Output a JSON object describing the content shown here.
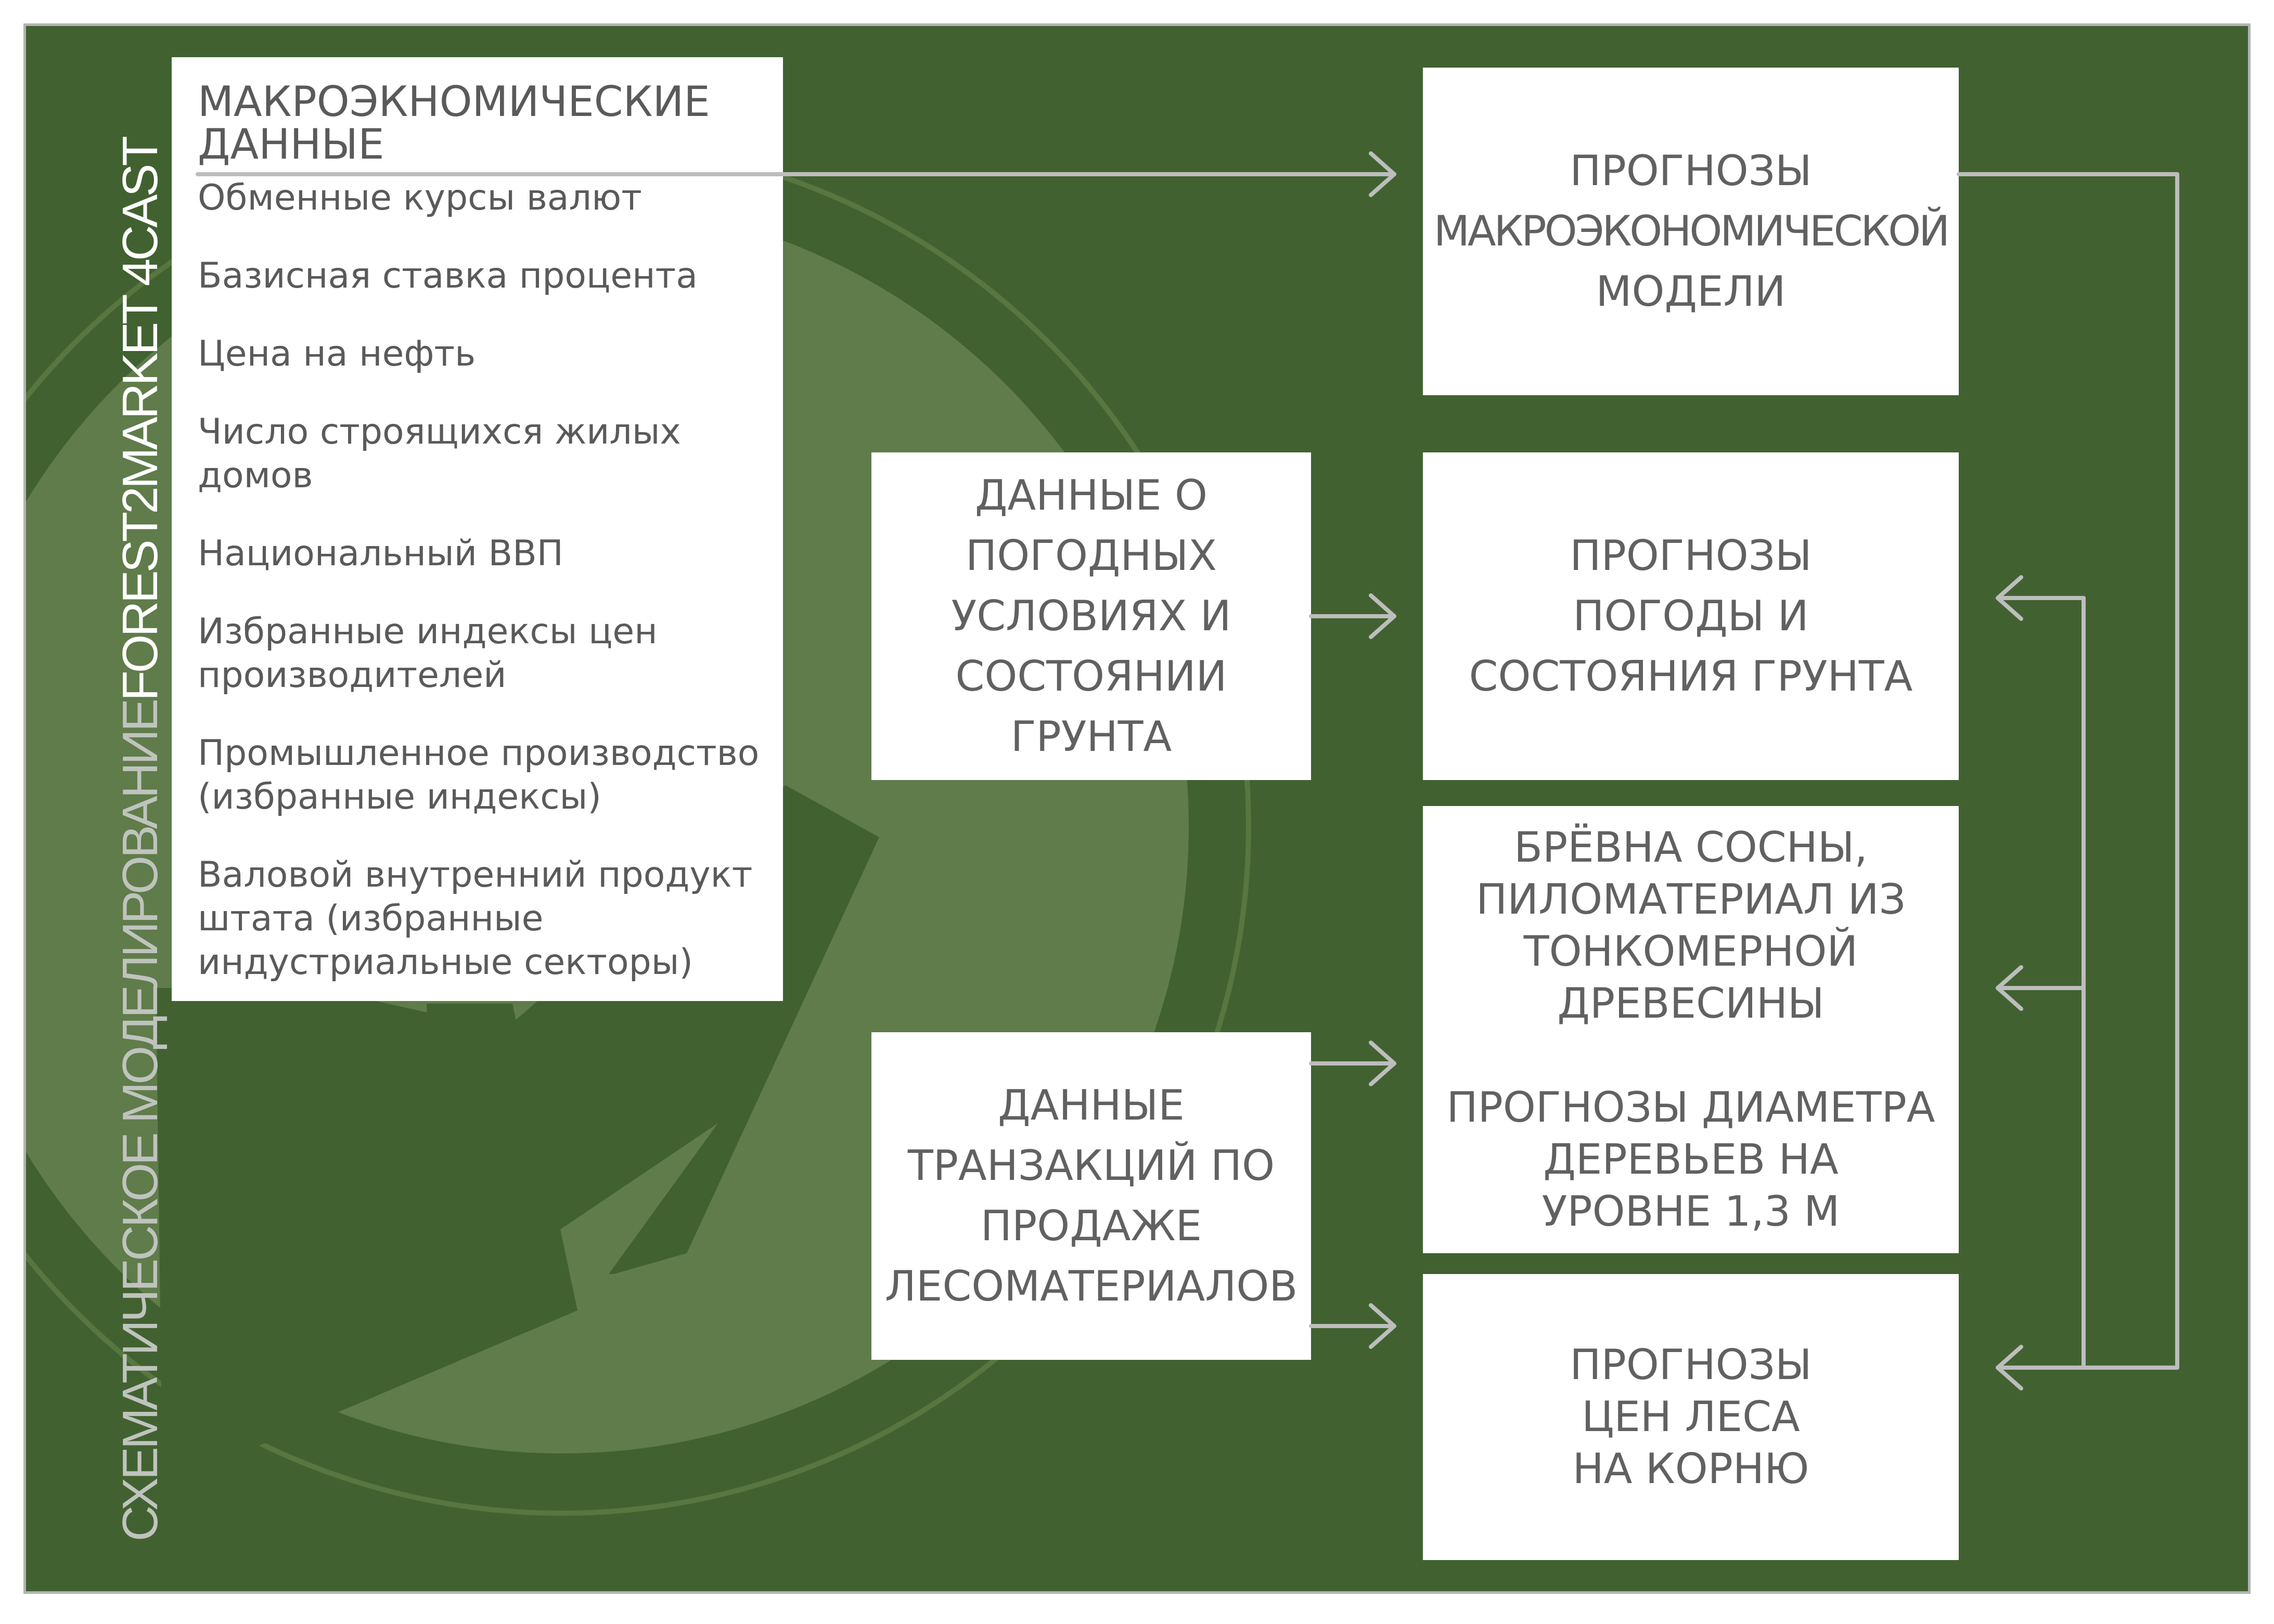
{
  "side_title": {
    "prefix": "СХЕМАТИЧЕСКОЕ МОДЕЛИРОВАНИЕ ",
    "brand": "FOREST2MARKET 4CAST"
  },
  "macro_data": {
    "title": "МАКРОЭКНОМИЧЕСКИЕ\nДАННЫЕ",
    "items": [
      "Обменные курсы валют",
      "Базисная ставка процента",
      "Цена на нефть",
      "Число строящихся жилых домов",
      "Национальный ВВП",
      "Избранные индексы цен\nпроизводителей",
      "Промышленное производство\n(избранные индексы)",
      "Валовой внутренний продукт\nштата (избранные\nиндустриальные секторы)"
    ]
  },
  "inputs": {
    "weather_data": [
      "ДАННЫЕ О",
      "ПОГОДНЫХ",
      "УСЛОВИЯХ И",
      "СОСТОЯНИИ",
      "ГРУНТА"
    ],
    "timber_transactions": [
      "ДАННЫЕ",
      "ТРАНЗАКЦИЙ ПО",
      "ПРОДАЖЕ",
      "ЛЕСОМАТЕРИАЛОВ"
    ]
  },
  "outputs": {
    "macro_forecast": [
      "ПРОГНОЗЫ",
      "МАКРОЭКОНОМИЧЕСКОЙ",
      "МОДЕЛИ"
    ],
    "weather_forecast": [
      "ПРОГНОЗЫ",
      "ПОГОДЫ И",
      "СОСТОЯНИЯ ГРУНТА"
    ],
    "pine_logs": [
      "БРЁВНА СОСНЫ,",
      "ПИЛОМАТЕРИАЛ ИЗ",
      "ТОНКОМЕРНОЙ",
      "ДРЕВЕСИНЫ"
    ],
    "diameter_forecast": [
      "ПРОГНОЗЫ ДИАМЕТРА",
      "ДЕРЕВЬЕВ НА",
      "УРОВНЕ 1,3 М"
    ],
    "stumpage_forecast": [
      "ПРОГНОЗЫ",
      "ЦЕН ЛЕСА",
      "НА КОРНЮ"
    ]
  },
  "colors": {
    "background": "#416230",
    "watermark": "#5f7c4a",
    "box": "#ffffff",
    "box_text": "#616161",
    "arrow": "#bdbdbd",
    "side_title": "#bfc3bd",
    "side_title_brand": "#ffffff"
  }
}
